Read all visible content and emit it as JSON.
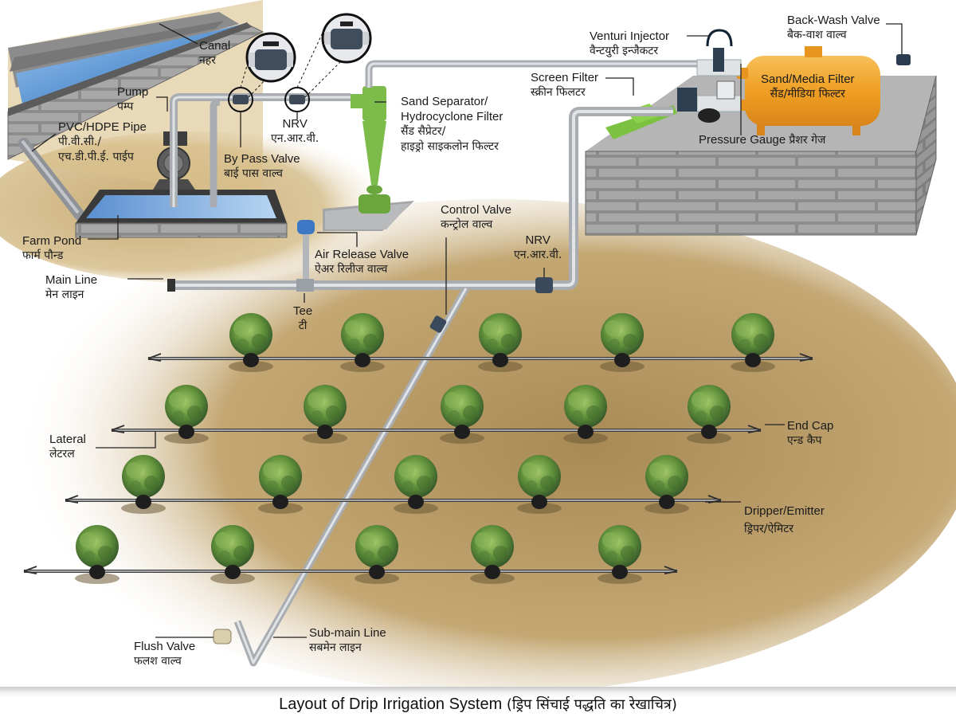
{
  "title": {
    "en": "Layout of Drip Irrigation System",
    "hi": "(ड्रिप सिंचाई पद्धति का रेखाचित्र)"
  },
  "colors": {
    "soil": "#b89a62",
    "water": "#6fa3d8",
    "pipe": "#b8bcc0",
    "brick": "#9a9a9a",
    "hydrocyclone": "#7dbb4a",
    "media_filter": "#f0a229",
    "screen_filter": "#7cc242",
    "tree": "#5f8f3a"
  },
  "labels": {
    "canal": {
      "en": "Canal",
      "hi": "नहर"
    },
    "pump": {
      "en": "Pump",
      "hi": "पम्प"
    },
    "pipe": {
      "en": "PVC/HDPE Pipe",
      "hi": "पी.वी.सी./",
      "hi2": "एच.डी.पी.ई. पाईप"
    },
    "bypass_valve": {
      "en": "By Pass Valve",
      "hi": "बाई पास वाल्व"
    },
    "nrv_top": {
      "en": "NRV",
      "hi": "एन.आर.वी."
    },
    "sand_separator": {
      "en": "Sand Separator/",
      "en2": "Hydrocyclone Filter",
      "hi": "सैंड सैप्रेटर/",
      "hi2": "हाइड्रो साइकलोन फिल्टर"
    },
    "venturi": {
      "en": "Venturi Injector",
      "hi": "वैन्टयुरी इन्जैकटर"
    },
    "backwash": {
      "en": "Back-Wash Valve",
      "hi": "बैक-वाश वाल्व"
    },
    "screen_filter": {
      "en": "Screen Filter",
      "hi": "स्क्रीन फिलटर"
    },
    "media_filter": {
      "en": "Sand/Media Filter",
      "hi": "सैंड/मीडिया फिल्टर"
    },
    "pressure_gauge": {
      "en": "Pressure Gauge",
      "hi": "प्रैशर गेज"
    },
    "farm_pond": {
      "en": "Farm Pond",
      "hi": "फार्म पौन्ड"
    },
    "air_release": {
      "en": "Air Release Valve",
      "hi": "ऐअर रिलीज वाल्व"
    },
    "control_valve": {
      "en": "Control Valve",
      "hi": "कन्ट्रोल वाल्व"
    },
    "nrv_main": {
      "en": "NRV",
      "hi": "एन.आर.वी."
    },
    "main_line": {
      "en": "Main Line",
      "hi": "मेन लाइन"
    },
    "tee": {
      "en": "Tee",
      "hi": "टी"
    },
    "end_cap": {
      "en": "End Cap",
      "hi": "एन्ड कैप"
    },
    "lateral": {
      "en": "Lateral",
      "hi": "लेटरल"
    },
    "dripper": {
      "en": "Dripper/Emitter",
      "hi": "ड्रिपर/ऐमिटर"
    },
    "flush_valve": {
      "en": "Flush Valve",
      "hi": "फलश वाल्व"
    },
    "submain": {
      "en": "Sub-main Line",
      "hi": "सबमेन लाइन"
    }
  },
  "laterals": [
    {
      "row": 1,
      "trees": 5
    },
    {
      "row": 2,
      "trees": 5
    },
    {
      "row": 3,
      "trees": 5
    },
    {
      "row": 4,
      "trees": 5
    }
  ]
}
